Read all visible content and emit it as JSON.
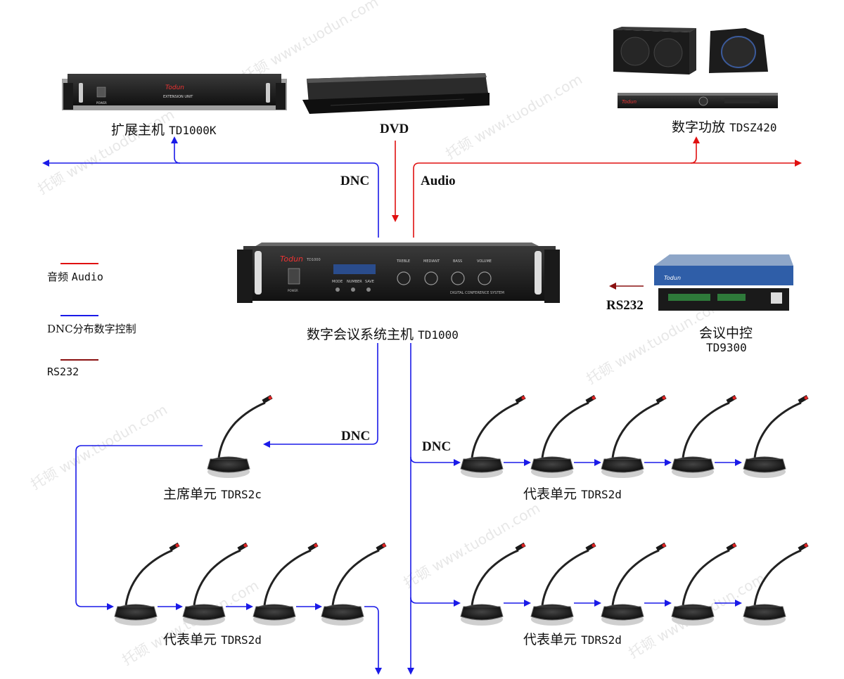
{
  "colors": {
    "audio": "#e01010",
    "dnc": "#1a1ae8",
    "rs232": "#8a1010"
  },
  "devices": {
    "extension": {
      "name": "扩展主机",
      "model": "TD1000K"
    },
    "dvd": {
      "name": "DVD"
    },
    "amp": {
      "name": "数字功放",
      "model": "TDSZ420"
    },
    "host": {
      "name": "数字会议系统主机",
      "model": "TD1000"
    },
    "central": {
      "name": "会议中控",
      "model": "TD9300"
    },
    "chair": {
      "name": "主席单元",
      "model": "TDRS2c"
    },
    "delegate_top": {
      "name": "代表单元",
      "model": "TDRS2d"
    },
    "delegate_bottom_left": {
      "name": "代表单元",
      "model": "TDRS2d"
    },
    "delegate_bottom_right": {
      "name": "代表单元",
      "model": "TDRS2d"
    }
  },
  "device_text": {
    "brand": "Todun",
    "extension_sub": "EXTENSION UNIT",
    "power": "POWER",
    "host_small": "TD1000",
    "host_btns": [
      "MODE",
      "NUMBER",
      "SAVE"
    ],
    "host_knobs": [
      "TREBLE",
      "MEDIANT",
      "BASS",
      "VOLUME"
    ],
    "host_caption": "DIGITAL CONFERENCE SYSTEM"
  },
  "labels": {
    "dnc_top": "DNC",
    "audio": "Audio",
    "rs232": "RS232",
    "dnc_chair": "DNC",
    "dnc_right": "DNC"
  },
  "legend": [
    {
      "cn": "音频",
      "en": "Audio",
      "color": "#e01010"
    },
    {
      "cn": "DNC分布数字控制",
      "en": "",
      "color": "#1a1ae8"
    },
    {
      "cn": "",
      "en": "RS232",
      "color": "#8a1010"
    }
  ],
  "watermark": {
    "text": "www.tuodun.com",
    "cn": "托顿"
  }
}
